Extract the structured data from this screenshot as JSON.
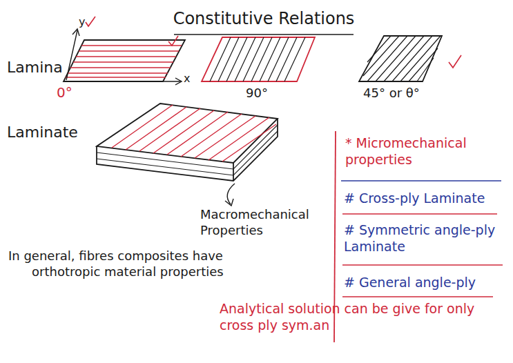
{
  "diagram": {
    "title": "Constitutive Relations",
    "labels": [
      "y",
      "Lamina",
      "x",
      "0°",
      "90°",
      "45° or θ°",
      "Laminate",
      "* Micromechanical properties",
      "# Cross-ply Laminate",
      "# Symmetric angle-ply Laminate",
      "Macromechanical Properties",
      "# General angle-ply",
      "In general, fibres composites have orthotropic material properties",
      "Analytical solution can be give for only cross ply sym.an"
    ]
  }
}
